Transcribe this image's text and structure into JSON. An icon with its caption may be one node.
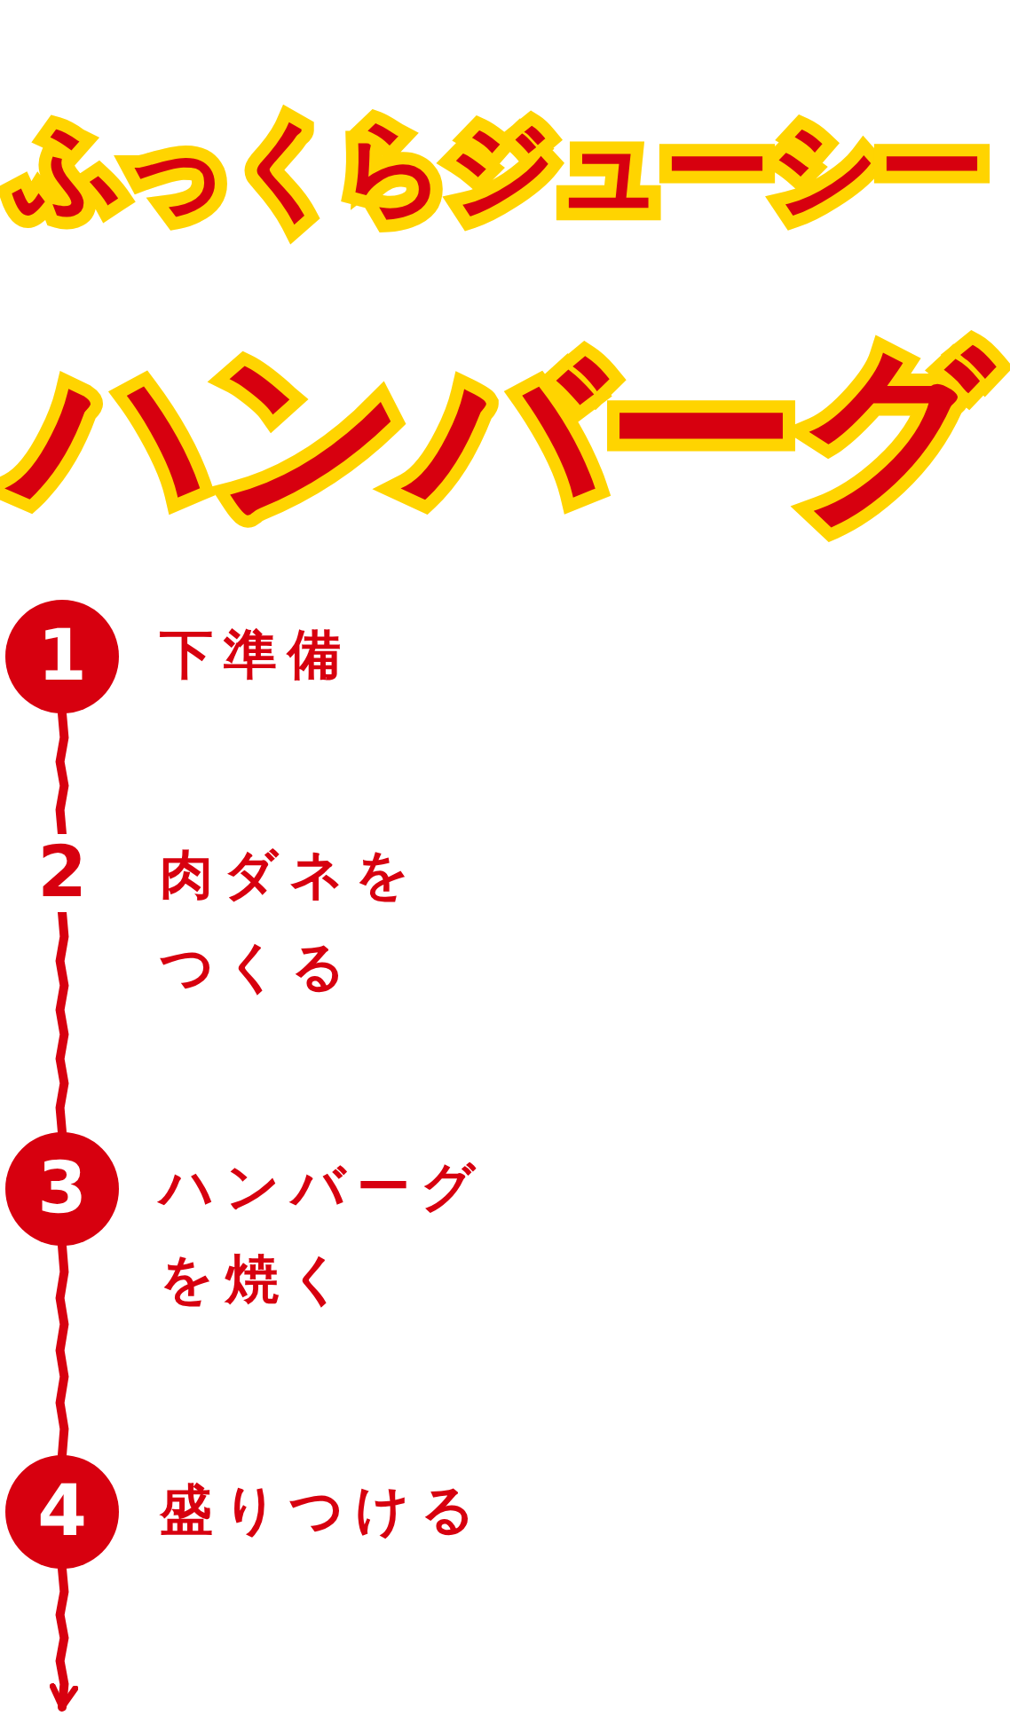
{
  "diagram": {
    "title": "ふっくらジューシーハンバーグ",
    "nodes": [
      {
        "text": [
          "1"
        ],
        "beside": [
          "下準備"
        ]
      },
      {
        "text": [
          "2"
        ],
        "beside": [
          "肉ダネをつくる"
        ]
      },
      {
        "text": [
          "3"
        ],
        "beside": [
          "ハンバーグを焼く"
        ]
      },
      {
        "text": [
          "4"
        ],
        "beside": [
          "盛りつける"
        ]
      }
    ],
    "edges": [
      {
        "from": 0,
        "to": 1,
        "arrow": "none"
      },
      {
        "from": 1,
        "to": 2,
        "arrow": "none"
      },
      {
        "from": 2,
        "to": 3,
        "arrow": "none"
      },
      {
        "from": 3,
        "to": null,
        "arrow": "to"
      }
    ]
  }
}
